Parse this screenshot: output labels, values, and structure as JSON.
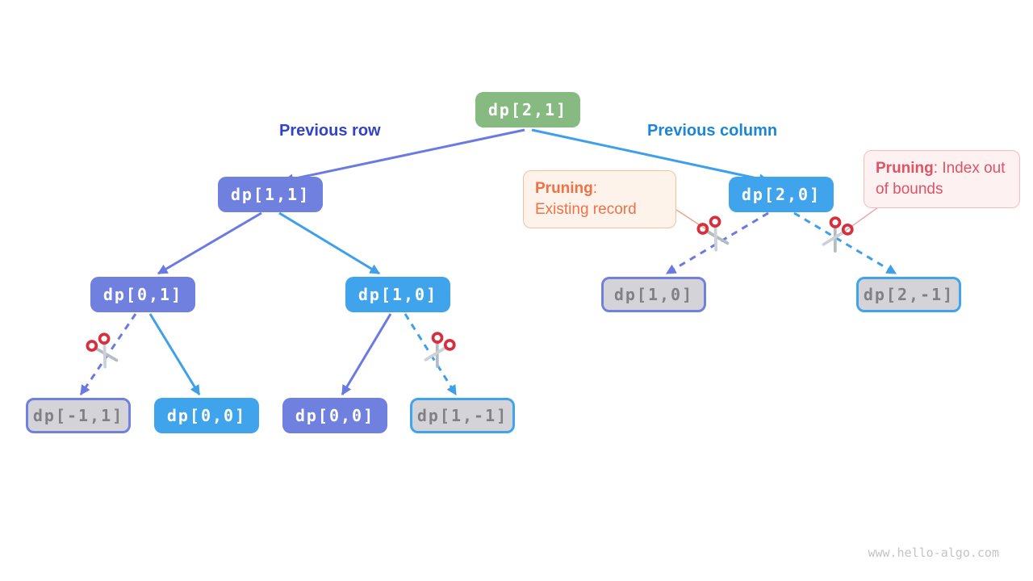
{
  "diagram": {
    "description": "Memoized DP search tree with pruned branches",
    "watermark": "www.hello-algo.com"
  },
  "edge_labels": {
    "previous_row": "Previous row",
    "previous_column": "Previous column"
  },
  "callouts": {
    "existing_record": {
      "title": "Pruning",
      "colon": ":",
      "text": "Existing record"
    },
    "out_of_bounds": {
      "title": "Pruning",
      "rest": ": Index out of bounds"
    }
  },
  "nodes": {
    "dp_2_1": {
      "label": "dp[2,1]",
      "type": "root"
    },
    "dp_1_1": {
      "label": "dp[1,1]",
      "type": "row"
    },
    "dp_2_0": {
      "label": "dp[2,0]",
      "type": "column"
    },
    "dp_0_1": {
      "label": "dp[0,1]",
      "type": "row"
    },
    "dp_1_0": {
      "label": "dp[1,0]",
      "type": "column"
    },
    "dp_neg1_1": {
      "label": "dp[-1,1]",
      "type": "pruned-row"
    },
    "dp_0_0_left": {
      "label": "dp[0,0]",
      "type": "column"
    },
    "dp_0_0_right": {
      "label": "dp[0,0]",
      "type": "row"
    },
    "dp_1_neg1": {
      "label": "dp[1,-1]",
      "type": "pruned-column"
    },
    "dp_1_0_pruned": {
      "label": "dp[1,0]",
      "type": "pruned-row"
    },
    "dp_2_neg1": {
      "label": "dp[2,-1]",
      "type": "pruned-column"
    }
  },
  "edges": [
    {
      "from": "dp[2,1]",
      "to": "dp[1,1]",
      "style": "solid",
      "meaning": "previous row"
    },
    {
      "from": "dp[2,1]",
      "to": "dp[2,0]",
      "style": "solid",
      "meaning": "previous column"
    },
    {
      "from": "dp[1,1]",
      "to": "dp[0,1]",
      "style": "solid",
      "meaning": "previous row"
    },
    {
      "from": "dp[1,1]",
      "to": "dp[1,0]",
      "style": "solid",
      "meaning": "previous column"
    },
    {
      "from": "dp[0,1]",
      "to": "dp[-1,1]",
      "style": "dashed-pruned",
      "meaning": "previous row"
    },
    {
      "from": "dp[0,1]",
      "to": "dp[0,0]",
      "style": "solid",
      "meaning": "previous column"
    },
    {
      "from": "dp[1,0]",
      "to": "dp[0,0]",
      "style": "solid",
      "meaning": "previous row"
    },
    {
      "from": "dp[1,0]",
      "to": "dp[1,-1]",
      "style": "dashed-pruned",
      "meaning": "previous column"
    },
    {
      "from": "dp[2,0]",
      "to": "dp[1,0]",
      "style": "dashed-pruned",
      "meaning": "previous row"
    },
    {
      "from": "dp[2,0]",
      "to": "dp[2,-1]",
      "style": "dashed-pruned",
      "meaning": "previous column"
    }
  ],
  "icons": [
    {
      "name": "scissors-icon",
      "count": 4,
      "meaning": "branch pruned"
    }
  ],
  "colors": {
    "root_node": "#86BA81",
    "row_node": "#7080DE",
    "column_node": "#3FA4EC",
    "pruned_node_bg": "#D4D4D8",
    "pruned_node_text": "#808086",
    "row_edge": "#6B7AE3",
    "column_edge": "#3E9FEA",
    "previous_row_label": "#3243CB",
    "previous_column_label": "#1C86D6",
    "pruning_orange_text": "#F07147",
    "pruning_orange_bg": "#FEF3EB",
    "pruning_red_text": "#DF5365",
    "pruning_red_bg": "#FDF1F1",
    "scissors_red": "#D6303F",
    "watermark": "#C4C4C8"
  }
}
